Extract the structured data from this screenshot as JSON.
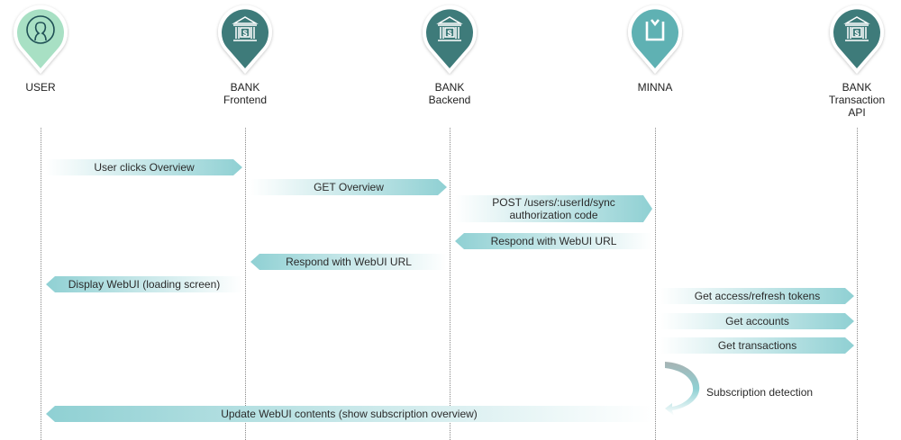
{
  "actors": [
    {
      "id": "user",
      "lines": [
        "USER"
      ],
      "icon": "user-icon",
      "color": "#a8e0c4",
      "icon_color": "#1f4f55"
    },
    {
      "id": "bank-frontend",
      "lines": [
        "BANK",
        "Frontend"
      ],
      "icon": "bank-icon",
      "color": "#3e7b7a",
      "icon_color": "#ffffff"
    },
    {
      "id": "bank-backend",
      "lines": [
        "BANK",
        "Backend"
      ],
      "icon": "bank-icon",
      "color": "#3e7b7a",
      "icon_color": "#ffffff"
    },
    {
      "id": "minna",
      "lines": [
        "MINNA"
      ],
      "icon": "minna-logo-icon",
      "color": "#5fb1b3",
      "icon_color": "#ffffff"
    },
    {
      "id": "bank-transaction-api",
      "lines": [
        "BANK",
        "Transaction",
        "API"
      ],
      "icon": "bank-icon",
      "color": "#3e7b7a",
      "icon_color": "#ffffff"
    }
  ],
  "messages": [
    {
      "from": 0,
      "to": 1,
      "lines": [
        "User clicks Overview"
      ]
    },
    {
      "from": 1,
      "to": 2,
      "lines": [
        "GET Overview"
      ]
    },
    {
      "from": 2,
      "to": 3,
      "lines": [
        "POST /users/:userId/sync",
        "authorization code"
      ]
    },
    {
      "from": 3,
      "to": 2,
      "lines": [
        "Respond with WebUI URL"
      ]
    },
    {
      "from": 2,
      "to": 1,
      "lines": [
        "Respond with WebUI URL"
      ]
    },
    {
      "from": 1,
      "to": 0,
      "lines": [
        "Display WebUI (loading screen)"
      ]
    },
    {
      "from": 3,
      "to": 4,
      "lines": [
        "Get access/refresh tokens"
      ]
    },
    {
      "from": 3,
      "to": 4,
      "lines": [
        "Get accounts"
      ]
    },
    {
      "from": 3,
      "to": 4,
      "lines": [
        "Get transactions"
      ]
    },
    {
      "from": 3,
      "to": 0,
      "lines": [
        "Update WebUI contents (show subscription overview)"
      ]
    }
  ],
  "self_call": {
    "actor": 3,
    "label": "Subscription detection"
  },
  "colors": {
    "arrow": "#8fd0d3",
    "arrow_fade": "#ffffff",
    "lifeline": "#888888"
  }
}
